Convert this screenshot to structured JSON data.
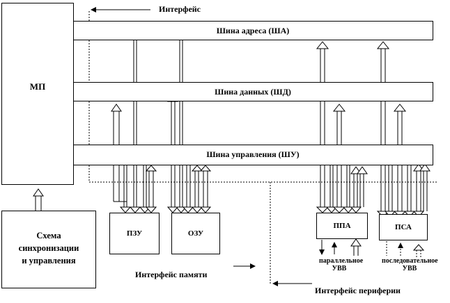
{
  "labels": {
    "interface": "Интерфейс",
    "address_bus": "Шина адреса (ША)",
    "data_bus": "Шина данных (ШД)",
    "control_bus": "Шина управления (ШУ)",
    "mp": "МП",
    "sync_line1": "Схема",
    "sync_line2": "синхронизации",
    "sync_line3": "и управления",
    "rom": "ПЗУ",
    "ram": "ОЗУ",
    "ppa": "ППА",
    "psa": "ПСА",
    "memory_interface": "Интерфейс памяти",
    "peripheral_interface": "Интерфейс периферии",
    "parallel_line1": "параллельное",
    "parallel_line2": "УВВ",
    "serial_line1": "последовательное",
    "serial_line2": "УВВ"
  }
}
